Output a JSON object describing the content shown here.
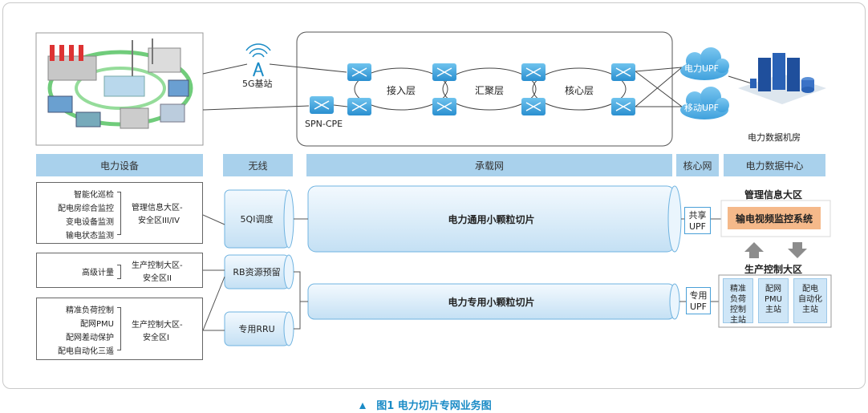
{
  "top": {
    "base_station": "5G基站",
    "spn_cpe": "SPN-CPE",
    "access_layer": "接入层",
    "aggregation_layer": "汇聚层",
    "core_layer": "核心层",
    "upf_power": "电力UPF",
    "upf_mobile": "移动UPF",
    "datacenter": "电力数据机房"
  },
  "headers": {
    "equipment": "电力设备",
    "wireless": "无线",
    "bearer": "承载网",
    "core": "核心网",
    "datacenter": "电力数据中心"
  },
  "groups": [
    {
      "items": [
        "智能化巡检",
        "配电房综合监控",
        "变电设备监测",
        "输电状态监测"
      ],
      "zone": [
        "管理信息大区-",
        "安全区III/IV"
      ]
    },
    {
      "items": [
        "高级计量"
      ],
      "zone": [
        "生产控制大区-",
        "安全区II"
      ]
    },
    {
      "items": [
        "精准负荷控制",
        "配网PMU",
        "配网差动保护",
        "配电自动化三遥"
      ],
      "zone": [
        "生产控制大区-",
        "安全区I"
      ]
    }
  ],
  "wireless": {
    "qi": "5QI调度",
    "rb": "RB资源预留",
    "rru": "专用RRU"
  },
  "slices": {
    "common": "电力通用小颗粒切片",
    "dedicated": "电力专用小颗粒切片"
  },
  "core": {
    "shared_upf": [
      "共享",
      "UPF"
    ],
    "dedicated_upf": [
      "专用",
      "UPF"
    ]
  },
  "datacenter": {
    "mgmt_title": "管理信息大区",
    "mgmt_system": "输电视频监控系统",
    "prod_title": "生产控制大区",
    "stations": [
      [
        "精准",
        "负荷",
        "控制",
        "主站"
      ],
      [
        "配网",
        "PMU",
        "主站"
      ],
      [
        "配电",
        "自动化",
        "主站"
      ]
    ]
  },
  "caption": "图1  电力切片专网业务图",
  "colors": {
    "header": "#a9d1ec",
    "tube": "#dff0fb",
    "accent": "#1a8bc6",
    "orange": "#f5b98a"
  }
}
